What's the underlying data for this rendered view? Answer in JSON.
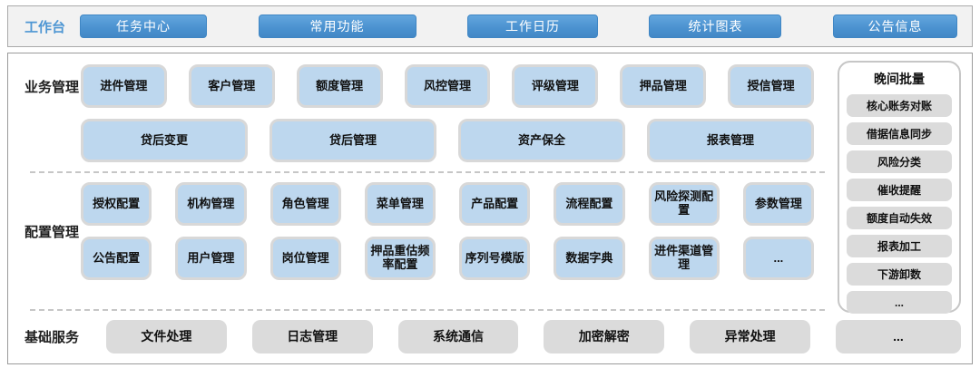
{
  "topbar": {
    "label": "工作台",
    "buttons": [
      "任务中心",
      "常用功能",
      "工作日历",
      "统计图表",
      "公告信息"
    ]
  },
  "sections": {
    "business": {
      "label": "业务管理",
      "row1": [
        "进件管理",
        "客户管理",
        "额度管理",
        "风控管理",
        "评级管理",
        "押品管理",
        "授信管理"
      ],
      "row2": [
        "贷后变更",
        "贷后管理",
        "资产保全",
        "报表管理"
      ]
    },
    "config": {
      "label": "配置管理",
      "row1": [
        "授权配置",
        "机构管理",
        "角色管理",
        "菜单管理",
        "产品配置",
        "流程配置",
        "风险探测配置",
        "参数管理"
      ],
      "row2": [
        "公告配置",
        "用户管理",
        "岗位管理",
        "押品重估频率配置",
        "序列号模版",
        "数据字典",
        "进件渠道管理",
        "..."
      ]
    },
    "base": {
      "label": "基础服务",
      "items": [
        "文件处理",
        "日志管理",
        "系统通信",
        "加密解密",
        "异常处理",
        "..."
      ]
    }
  },
  "sidebar": {
    "title": "晚间批量",
    "items": [
      "核心账务对账",
      "借据信息同步",
      "风险分类",
      "催收提醒",
      "额度自动失效",
      "报表加工",
      "下游卸数",
      "..."
    ]
  },
  "colors": {
    "accent_blue": "#4a91cf",
    "label_blue": "#4e96d3",
    "module_light_blue": "#bdd7ee",
    "module_gray": "#dbdbdb",
    "box_ring_gray": "#d8d8d8"
  }
}
